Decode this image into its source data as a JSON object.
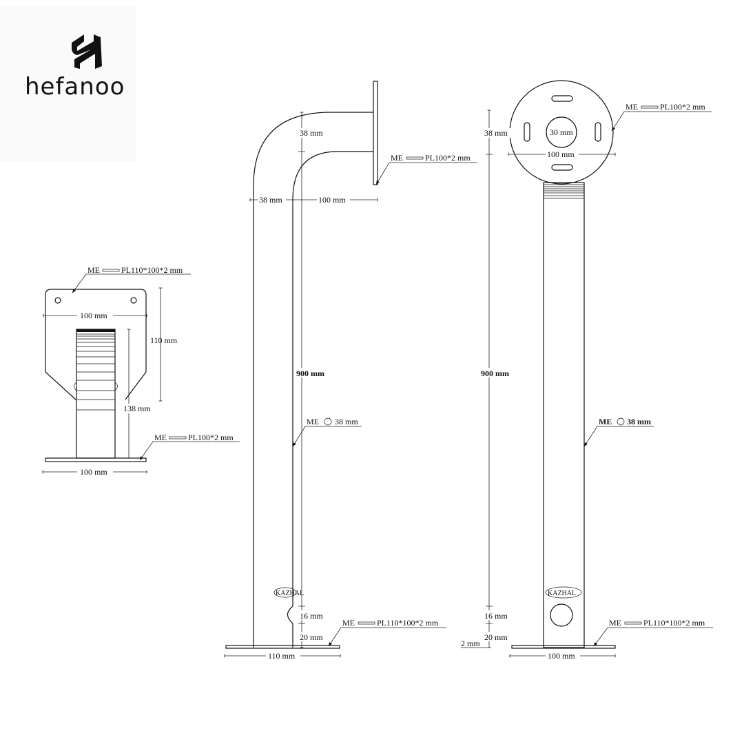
{
  "brand": {
    "name": "hefanoo"
  },
  "left_view": {
    "top_plate": {
      "prefix": "ME",
      "spec": "PL110*100*2 mm"
    },
    "base_plate": {
      "prefix": "ME",
      "spec": "PL100*2 mm"
    },
    "width_top": "100 mm",
    "height_plate": "110 mm",
    "height_pole": "138 mm",
    "width_base": "100 mm"
  },
  "side_view": {
    "dim_38_top": "38 mm",
    "dim_38_horizontal": "38 mm",
    "dim_100_horizontal": "100 mm",
    "flange_plate": {
      "prefix": "ME",
      "spec": "PL100*2 mm"
    },
    "height": "900 mm",
    "pipe": {
      "prefix": "ME",
      "spec": "38 mm"
    },
    "dim_16": "16 mm",
    "dim_20": "20 mm",
    "base_plate": {
      "prefix": "ME",
      "spec": "PL110*100*2 mm"
    },
    "width_base": "110 mm",
    "stamp": "KAZHAL"
  },
  "front_view": {
    "dim_38_top": "38 mm",
    "flange_plate": {
      "prefix": "ME",
      "spec": "PL100*2 mm"
    },
    "center_hole": "30 mm",
    "flange_diameter": "100 mm",
    "height": "900 mm",
    "pipe": {
      "prefix": "ME",
      "spec": "38 mm"
    },
    "dim_16": "16 mm",
    "dim_20": "20 mm",
    "dim_2": "2 mm",
    "base_plate": {
      "prefix": "ME",
      "spec": "PL110*100*2 mm"
    },
    "width_base": "100 mm",
    "stamp": "KAZHAL"
  }
}
